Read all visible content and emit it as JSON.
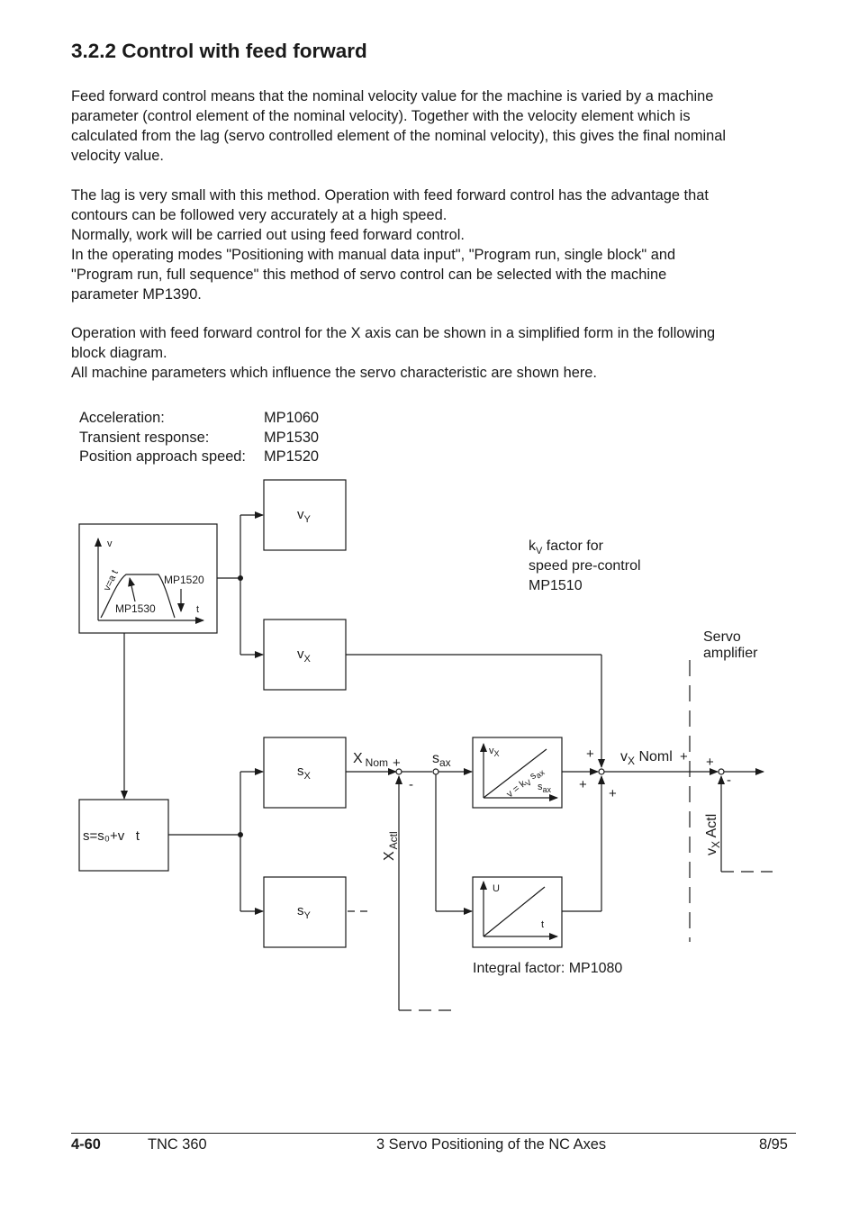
{
  "heading": "3.2.2  Control with feed forward",
  "paragraphs": [
    [
      "Feed forward control means that the nominal velocity value for the machine is varied by a machine",
      "parameter  (control element of the nominal velocity). Together with the velocity element which is",
      "calculated from the lag (servo controlled element of the nominal velocity), this gives the final nominal",
      "velocity value."
    ],
    [
      "The lag is very small with this method. Operation with feed forward control has the advantage that",
      "contours can be followed very accurately at a high speed.",
      "Normally, work will be carried out using feed forward control.",
      "In the operating modes \"Positioning with manual data input\", \"Program run, single block\" and",
      "\"Program run, full sequence\" this method of servo control can be selected with the machine",
      "parameter MP1390."
    ],
    [
      "Operation with feed forward control for the X axis can be shown in a simplified form in the following",
      "block diagram.",
      "All machine parameters which influence the servo characteristic are shown here."
    ]
  ],
  "machine_params": [
    {
      "label": "Acceleration:",
      "value": "MP1060"
    },
    {
      "label": "Transient  response:",
      "value": "MP1530"
    },
    {
      "label": "Position approach speed:",
      "value": "MP1520"
    }
  ],
  "diagram": {
    "graph": {
      "v_axis": "v",
      "t_axis": "t",
      "slope": "v=a t",
      "mp_top": "MP1520",
      "mp_bottom": "MP1530"
    },
    "blocks": {
      "vy": "v",
      "vy_sub": "Y",
      "vx": "v",
      "vx_sub": "X",
      "sx": "s",
      "sx_sub": "X",
      "sy": "s",
      "sy_sub": "Y"
    },
    "pos_formula": "s=s₀+v   t",
    "kv_note": [
      "k",
      "V",
      " factor for",
      "speed pre-control",
      "MP1510"
    ],
    "servo_note": [
      "Servo",
      "amplifier"
    ],
    "x_nom": "X",
    "x_nom_sub": "Nom",
    "s_ax": "s",
    "s_ax_sub": "ax",
    "x_actl": "X",
    "x_actl_sub": "Actl",
    "kv_block": {
      "top": "v",
      "top_sub": "X",
      "formula": "v = k",
      "formula_sub": "V",
      "formula_tail": " s",
      "formula_tail_sub": "ax",
      "bottom": "s",
      "bottom_sub": "ax"
    },
    "int_block": {
      "u": "U",
      "t": "t"
    },
    "vx_nom": "v",
    "vx_nom_sub": "X",
    "vx_nom_tail": " Noml",
    "vx_actl": "v",
    "vx_actl_sub": "X",
    "vx_actl_tail": " Actl",
    "integral_note": "Integral factor: MP1080",
    "signs": {
      "plus": "+",
      "minus": "-"
    }
  },
  "footer": {
    "page": "4-60",
    "product": "TNC 360",
    "chapter": "3  Servo Positioning of the NC Axes",
    "date": "8/95"
  }
}
